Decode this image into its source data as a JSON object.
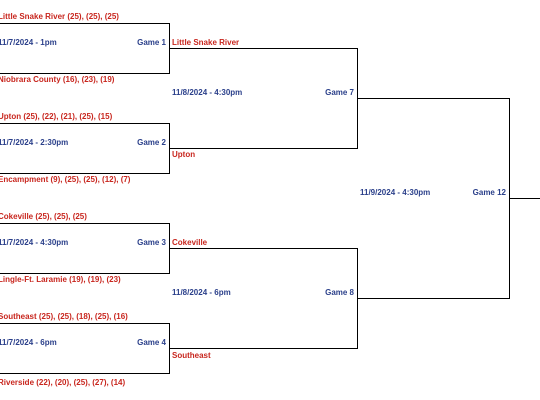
{
  "colors": {
    "team": "#c8261e",
    "info": "#2a3f8a",
    "lines": "#000000"
  },
  "round1": [
    {
      "top_team": "Little Snake River (25), (25), (25)",
      "bottom_team": "Niobrara County (16), (23), (19)",
      "datetime": "11/7/2024 - 1pm",
      "game": "Game 1",
      "winner": "Little Snake River"
    },
    {
      "top_team": "Upton (25), (22), (21), (25), (15)",
      "bottom_team": "Encampment (9), (25), (25), (12), (7)",
      "datetime": "11/7/2024 - 2:30pm",
      "game": "Game 2",
      "winner": "Upton"
    },
    {
      "top_team": "Cokeville (25), (25), (25)",
      "bottom_team": "Lingle-Ft. Laramie (19), (19), (23)",
      "datetime": "11/7/2024 - 4:30pm",
      "game": "Game 3",
      "winner": "Cokeville"
    },
    {
      "top_team": "Southeast (25), (25), (18), (25), (16)",
      "bottom_team": "Riverside (22), (20), (25), (27), (14)",
      "datetime": "11/7/2024 - 6pm",
      "game": "Game 4",
      "winner": "Southeast"
    }
  ],
  "round2": [
    {
      "datetime": "11/8/2024 - 4:30pm",
      "game": "Game 7"
    },
    {
      "datetime": "11/8/2024 - 6pm",
      "game": "Game 8"
    }
  ],
  "round3": {
    "datetime": "11/9/2024 - 4:30pm",
    "game": "Game 12"
  }
}
